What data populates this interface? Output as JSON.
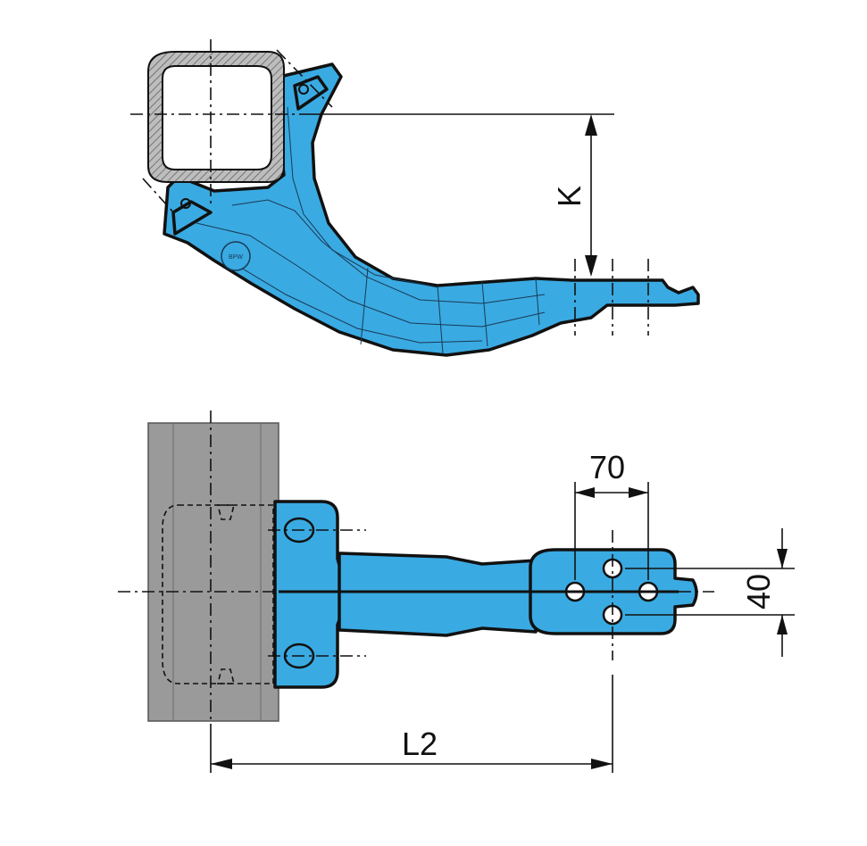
{
  "dimensions": {
    "k": "K",
    "seventy": "70",
    "forty": "40",
    "l2": "L2"
  },
  "logo": {
    "text": "BPW"
  },
  "colors": {
    "part": "#3aaae2",
    "axle": "#9a9a9a",
    "outline": "#111111"
  }
}
